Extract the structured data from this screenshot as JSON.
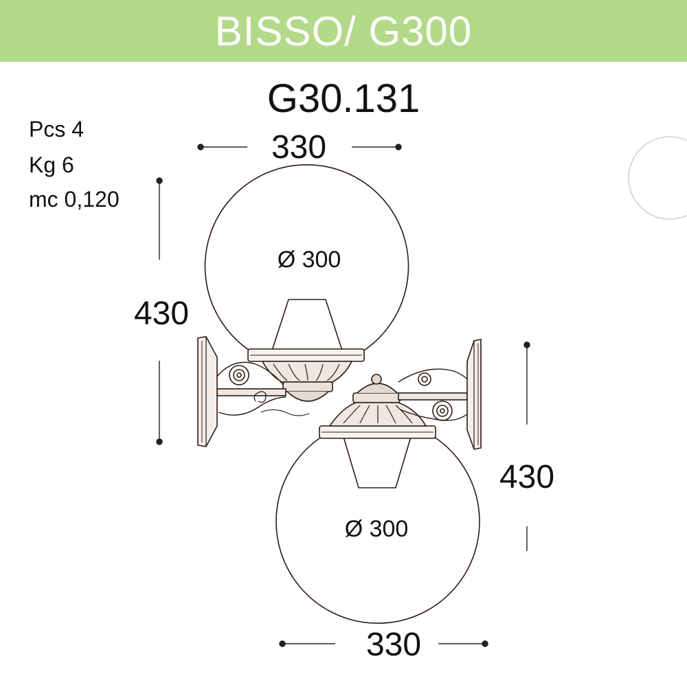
{
  "header": {
    "title": "BISSO/ G300",
    "band_color": "#b3d98a"
  },
  "product": {
    "code": "G30.131"
  },
  "specs": {
    "pcs": "Pcs 4",
    "kg": "Kg 6",
    "mc": "mc 0,120"
  },
  "dimensions": {
    "top_width": "330",
    "left_height": "430",
    "right_height": "430",
    "bottom_width": "330"
  },
  "globes": {
    "top_diameter": "Ø 300",
    "bottom_diameter": "Ø 300"
  }
}
